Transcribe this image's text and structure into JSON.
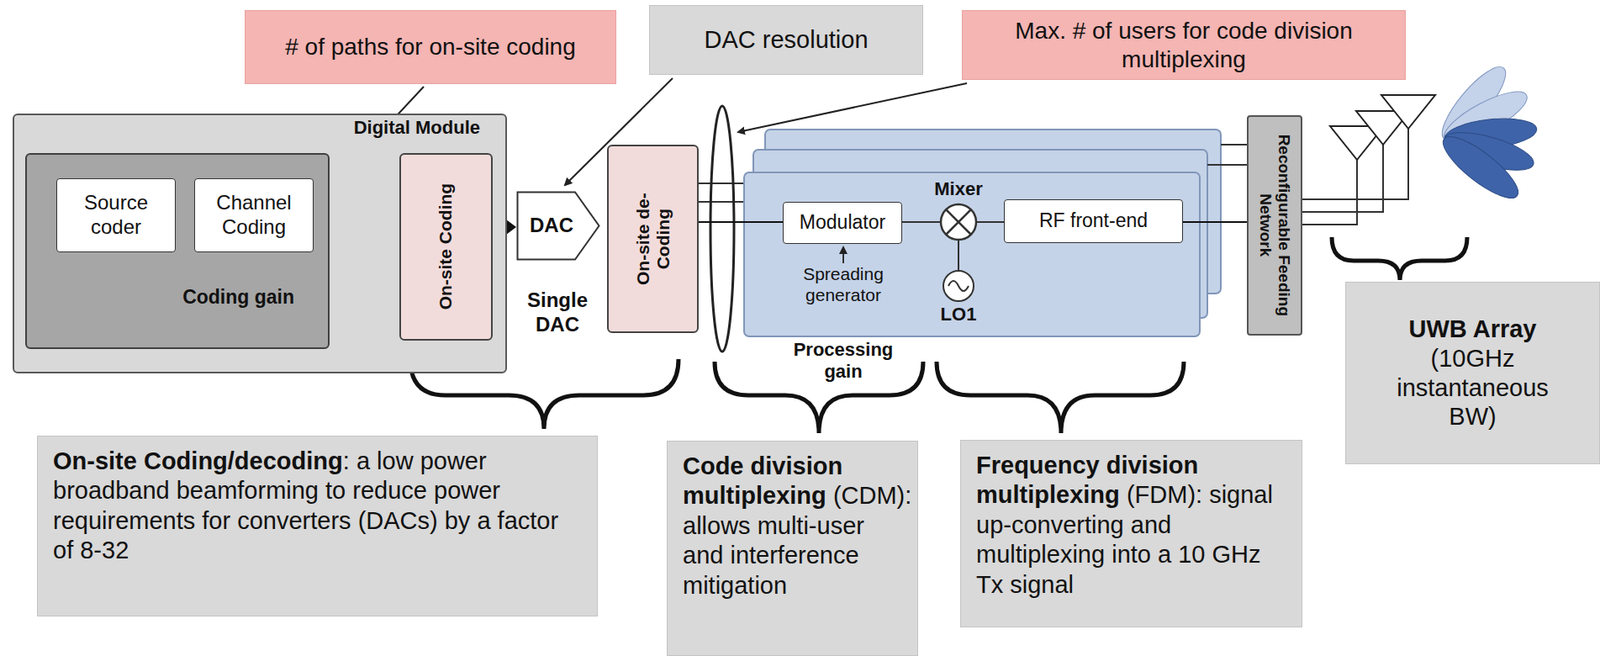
{
  "diagram": {
    "nodes": [
      {
        "text": [
          "Digital Module"
        ]
      },
      {
        "text": [
          "Coding gain"
        ],
        "in": 0
      },
      {
        "text": [
          "Source coder"
        ],
        "in": 1
      },
      {
        "text": [
          "Channel Coding"
        ],
        "in": 1
      },
      {
        "text": [
          "On-site Coding"
        ],
        "in": 0
      },
      {
        "text": [
          "# of paths for on-site coding"
        ]
      },
      {
        "text": [
          "DAC resolution"
        ]
      },
      {
        "text": [
          "Max. # of users for code division multiplexing"
        ]
      },
      {
        "text": [
          "DAC"
        ]
      },
      {
        "text": [
          "On-site de-Coding"
        ]
      },
      {
        "text": [
          "Modulator"
        ]
      },
      {
        "text": [
          "RF front-end"
        ]
      },
      {
        "text": [
          "Reconfigurable Feeding Network"
        ]
      },
      {
        "text": [
          "UWB Array",
          "(10GHz instantaneous BW)"
        ]
      },
      {
        "text": [
          "On-site Coding/decoding",
          ": a low power broadband beamforming to reduce power requirements for converters (DACs) by a factor of 8-32"
        ]
      },
      {
        "text": [
          "Code division multiplexing",
          "(CDM): allows multi-user and interference mitigation"
        ]
      },
      {
        "text": [
          "Frequency division multiplexing",
          "(FDM): signal up-converting and multiplexing into a 10 GHz Tx signal"
        ]
      }
    ],
    "edges": [
      {
        "from": 1,
        "to": 4,
        "arrow": "to"
      },
      {
        "from": 4,
        "to": 8,
        "arrow": "to"
      },
      {
        "from": 9,
        "to": 10,
        "arrow": "none"
      },
      {
        "from": 11,
        "to": 12,
        "arrow": "none"
      }
    ],
    "labels": [
      "Single DAC",
      "Processing gain",
      "Mixer",
      "Spreading generator",
      "LO1"
    ]
  }
}
